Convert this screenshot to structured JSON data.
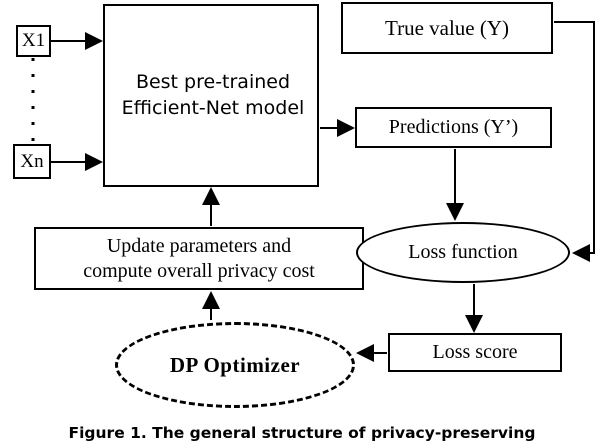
{
  "figure": {
    "caption": "Figure 1. The general structure of privacy-preserving"
  },
  "nodes": {
    "input_first": {
      "label": "X1",
      "shape": "rect"
    },
    "input_last": {
      "label": "Xn",
      "shape": "rect"
    },
    "model": {
      "line1": "Best pre-trained",
      "line2": "Efficient-Net model",
      "shape": "rect"
    },
    "true_value": {
      "label": "True value (Y)",
      "shape": "rect"
    },
    "predictions": {
      "label": "Predictions (Y’)",
      "shape": "rect"
    },
    "update": {
      "line1": "Update parameters and",
      "line2": "compute overall privacy cost",
      "shape": "rect"
    },
    "loss_function": {
      "label": "Loss function",
      "shape": "ellipse"
    },
    "loss_score": {
      "label": "Loss score",
      "shape": "rect"
    },
    "dp_optimizer": {
      "label": "DP  Optimizer",
      "shape": "ellipse-dashed"
    }
  },
  "edges": [
    {
      "name": "x1-to-model",
      "from": "input_first",
      "to": "model",
      "style": "solid-arrow"
    },
    {
      "name": "xn-to-model",
      "from": "input_last",
      "to": "model",
      "style": "solid-arrow"
    },
    {
      "name": "x1-to-xn-ellipsis",
      "from": "input_first",
      "to": "input_last",
      "style": "dashed"
    },
    {
      "name": "model-to-predictions",
      "from": "model",
      "to": "predictions",
      "style": "solid-arrow"
    },
    {
      "name": "predictions-to-loss-function",
      "from": "predictions",
      "to": "loss_function",
      "style": "solid-arrow"
    },
    {
      "name": "true-value-to-loss-function",
      "from": "true_value",
      "to": "loss_function",
      "style": "solid-arrow"
    },
    {
      "name": "loss-function-to-loss-score",
      "from": "loss_function",
      "to": "loss_score",
      "style": "solid-arrow"
    },
    {
      "name": "loss-score-to-dp-optimizer",
      "from": "loss_score",
      "to": "dp_optimizer",
      "style": "solid-arrow"
    },
    {
      "name": "dp-optimizer-to-update",
      "from": "dp_optimizer",
      "to": "update",
      "style": "solid-arrow"
    },
    {
      "name": "update-to-model",
      "from": "update",
      "to": "model",
      "style": "solid-arrow"
    }
  ],
  "colors": {
    "stroke": "#000000",
    "background": "#ffffff"
  }
}
